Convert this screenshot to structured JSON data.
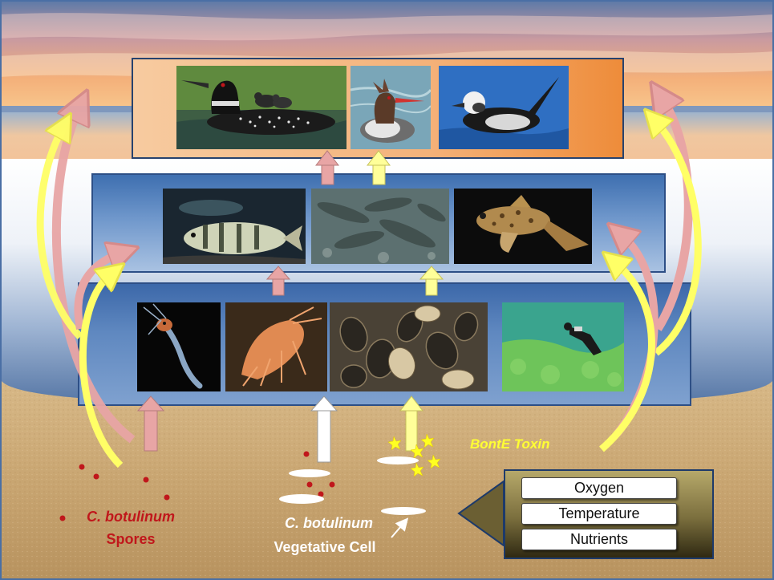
{
  "labels": {
    "spores_line1": "C. botulinum",
    "spores_line2": "Spores",
    "vegetative_line1": "C. botulinum",
    "vegetative_line2": "Vegetative Cell",
    "toxin": "BontE Toxin"
  },
  "factors": [
    "Oxygen",
    "Temperature",
    "Nutrients"
  ],
  "tiers": [
    {
      "level": "birds",
      "organisms": [
        "common-loon",
        "red-breasted-merganser",
        "long-tailed-duck"
      ]
    },
    {
      "level": "fish",
      "organisms": [
        "yellow-perch",
        "round-goby-school",
        "round-goby"
      ]
    },
    {
      "level": "benthic",
      "organisms": [
        "zooplankton",
        "amphipod",
        "quagga-mussels",
        "cladophora-diver"
      ]
    }
  ],
  "colors": {
    "spore_red": "#c0171b",
    "toxin_yellow": "#ffff33",
    "arrow_pink": "#e8a5a5",
    "arrow_yellow": "#ffff66",
    "frame_blue": "#27426e"
  }
}
